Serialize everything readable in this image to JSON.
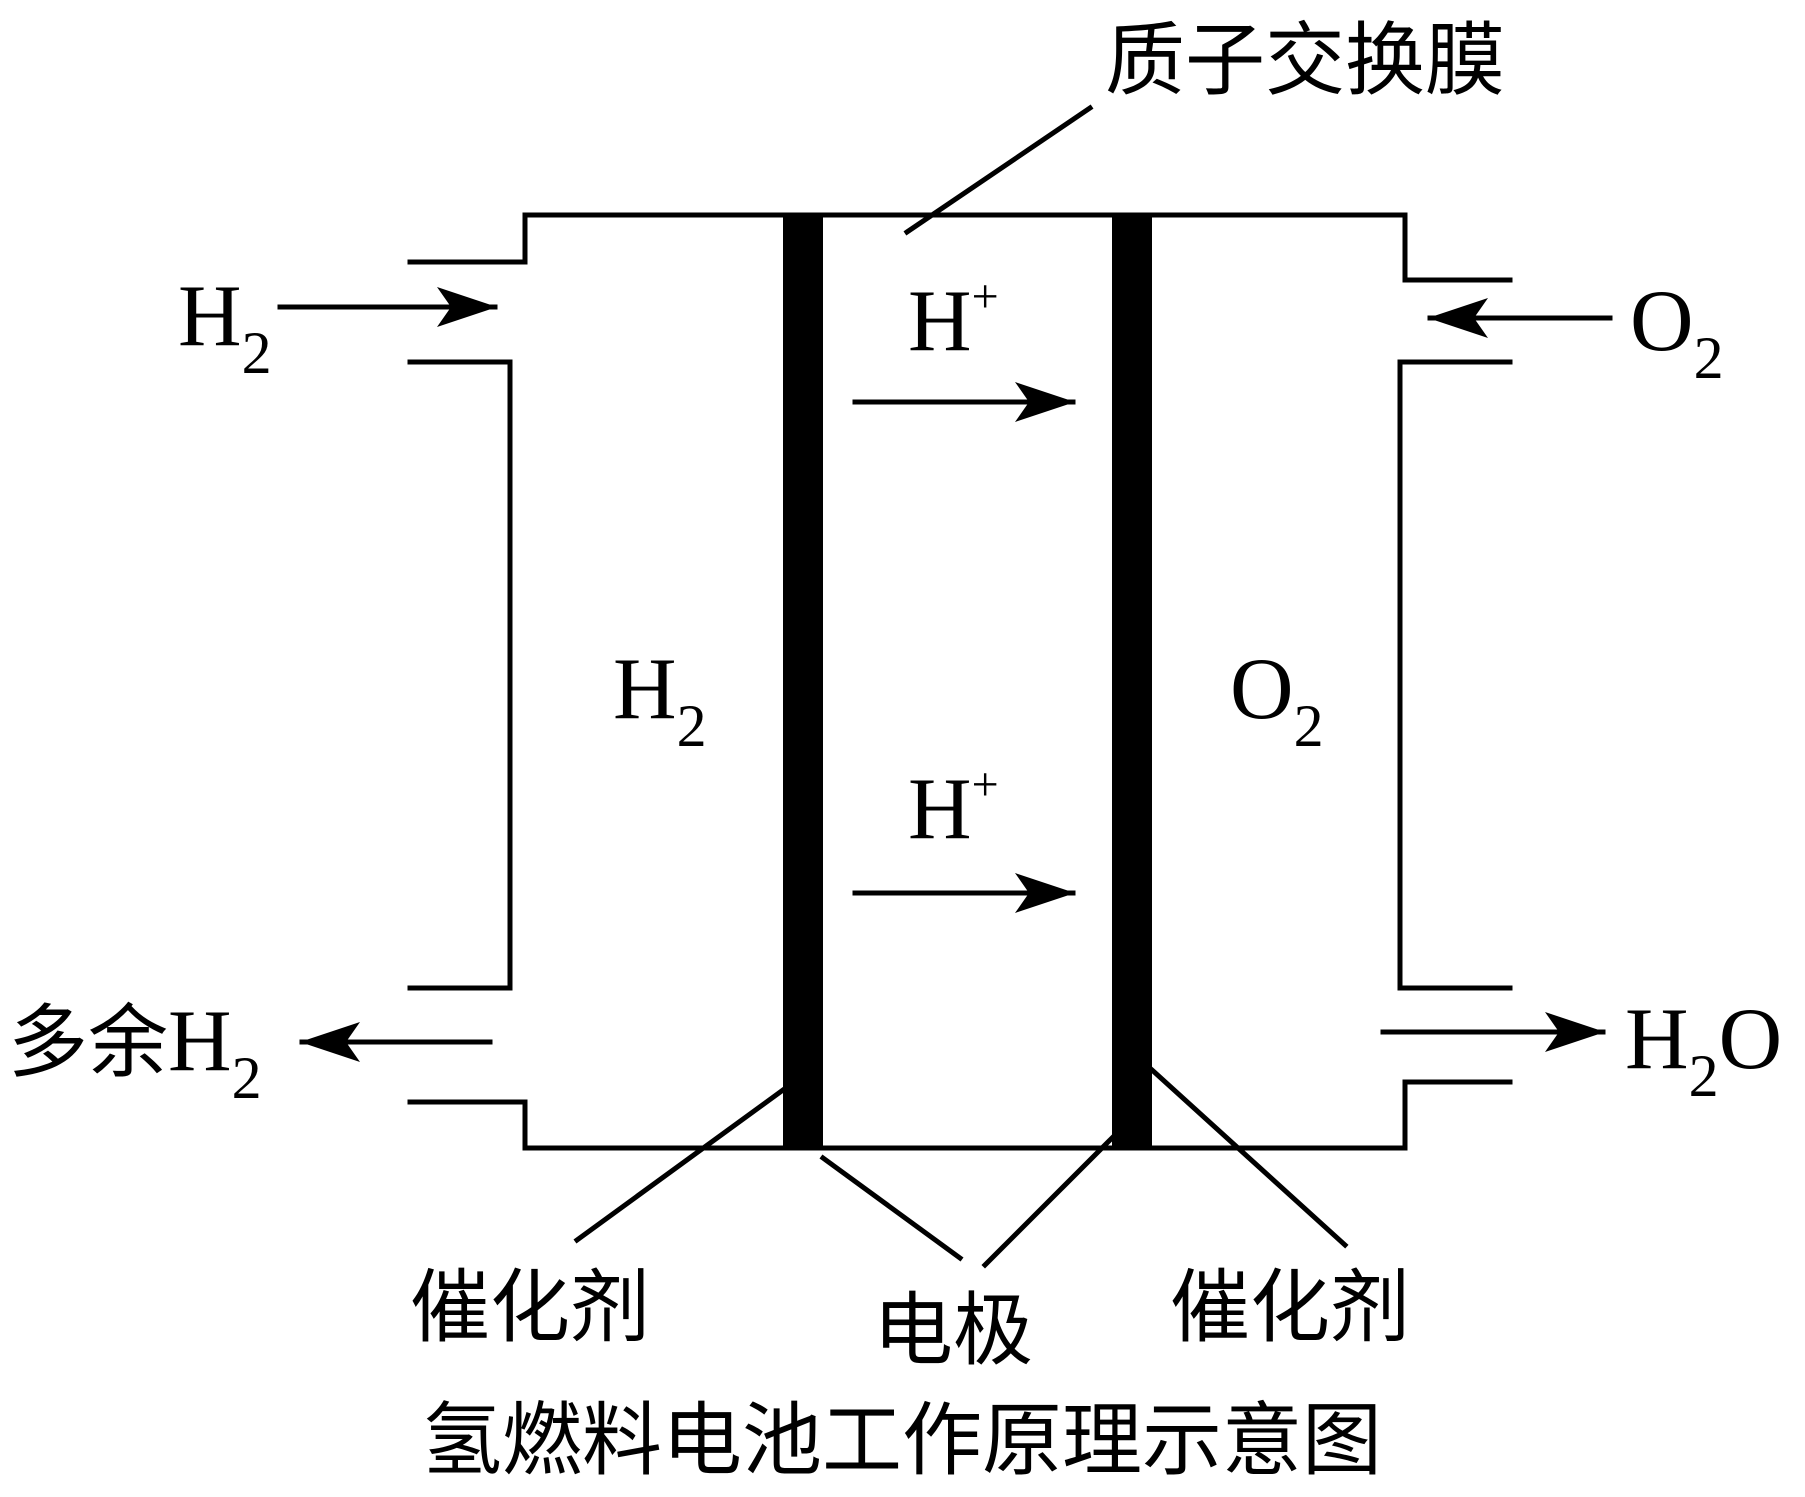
{
  "diagram": {
    "title": "氢燃料电池工作原理示意图",
    "membrane_label": "质子交换膜",
    "electrode_label": "电极",
    "catalyst_left_label": "催化剂",
    "catalyst_right_label": "催化剂",
    "inlet_left": {
      "element": "H",
      "subscript": "2"
    },
    "inlet_right": {
      "element": "O",
      "subscript": "2"
    },
    "outlet_left": {
      "prefix": "多余",
      "element": "H",
      "subscript": "2"
    },
    "outlet_right": {
      "element": "H",
      "subscript": "2",
      "suffix": "O"
    },
    "chamber_left": {
      "element": "H",
      "subscript": "2"
    },
    "chamber_right": {
      "element": "O",
      "subscript": "2"
    },
    "ion_top": {
      "element": "H",
      "superscript": "+"
    },
    "ion_bottom": {
      "element": "H",
      "superscript": "+"
    },
    "colors": {
      "ink": "#000000",
      "background": "#ffffff"
    }
  }
}
